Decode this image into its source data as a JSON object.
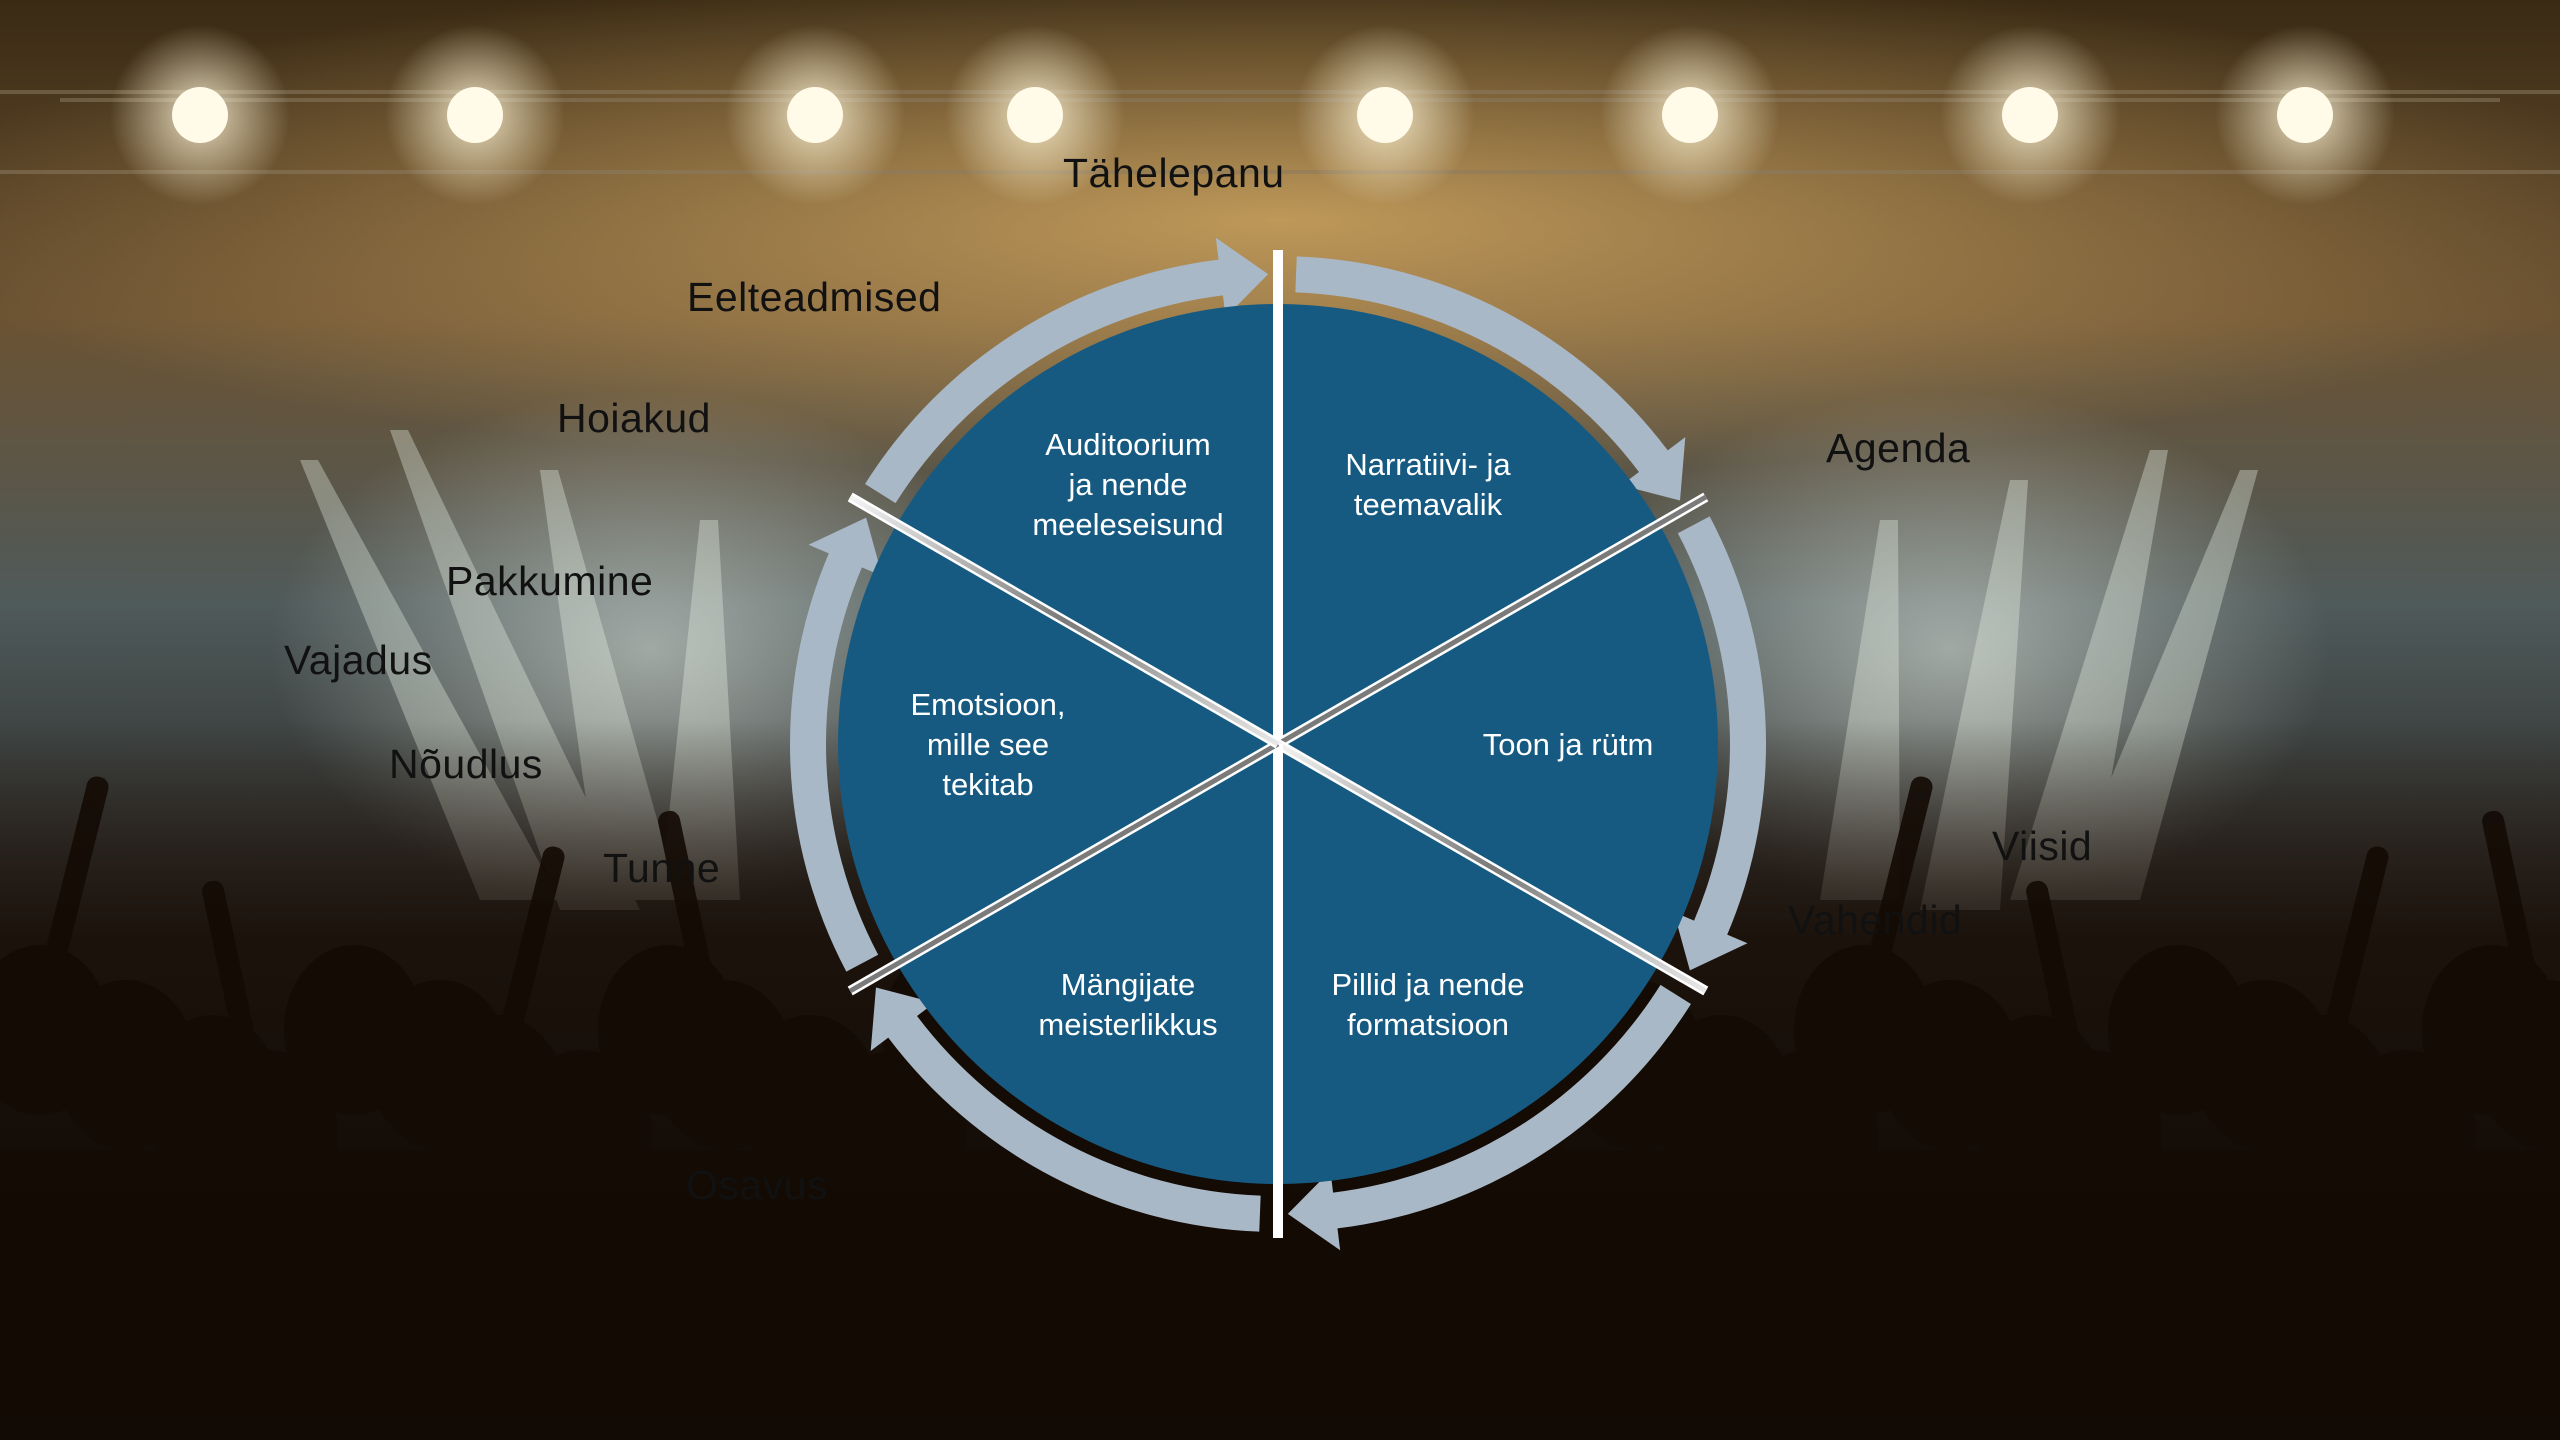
{
  "segments": [
    {
      "id": "narrative",
      "lines": [
        "Narratiivi- ja",
        "teemavalik"
      ]
    },
    {
      "id": "tone",
      "lines": [
        "Toon ja rütm"
      ]
    },
    {
      "id": "instruments",
      "lines": [
        "Pillid ja nende",
        "formatsioon"
      ]
    },
    {
      "id": "mastery",
      "lines": [
        "Mängijate",
        "meisterlikkus"
      ]
    },
    {
      "id": "emotion",
      "lines": [
        "Emotsioon,",
        "mille see",
        "tekitab"
      ]
    },
    {
      "id": "audience",
      "lines": [
        "Auditoorium",
        "ja nende",
        "meeleseisund"
      ]
    }
  ],
  "keywords": {
    "tahelepanu": "Tähelepanu",
    "eelteadmised": "Eelteadmised",
    "hoiakud": "Hoiakud",
    "pakkumine": "Pakkumine",
    "vajadus": "Vajadus",
    "noudlus": "Nõudlus",
    "tunne": "Tunne",
    "osavus": "Osavus",
    "agenda": "Agenda",
    "viisid": "Viisid",
    "vahendid": "Vahendid"
  },
  "colors": {
    "segment_fill": "#165a82",
    "ring": "#a9b8c7",
    "text_light": "#ffffff",
    "text_dark": "#111111"
  }
}
